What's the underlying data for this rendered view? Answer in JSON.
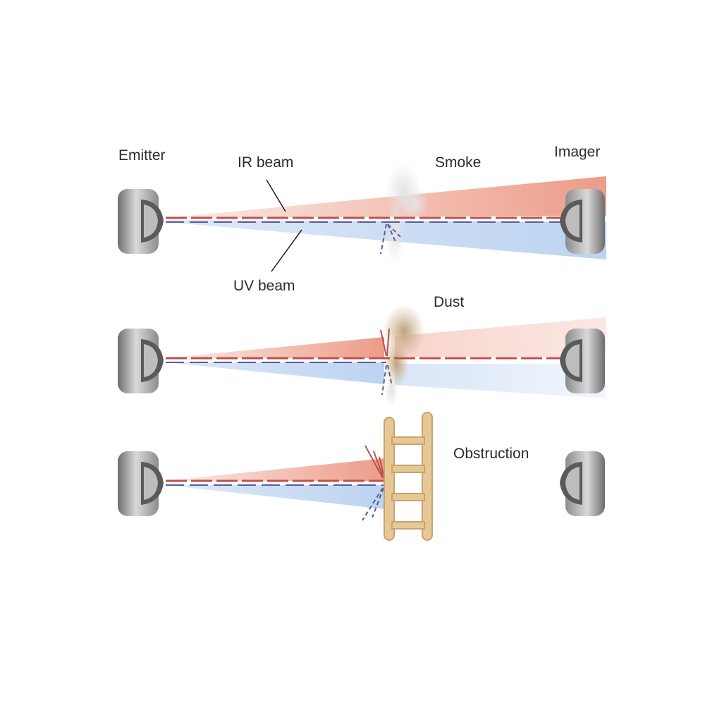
{
  "labels": {
    "emitter": "Emitter",
    "imager": "Imager",
    "ir_beam": "IR beam",
    "uv_beam": "UV beam",
    "smoke": "Smoke",
    "dust": "Dust",
    "obstruction": "Obstruction"
  },
  "colors": {
    "ir_beam": "#c0504d",
    "uv_beam": "#5b5b9e",
    "ir_cone": "#e8836a",
    "uv_cone": "#8fb6e6",
    "device": "#9a9a9a",
    "smoke": "#d8d8d8",
    "dust": "#c8ad85",
    "ladder": "#e6c896"
  },
  "scenarios": [
    {
      "id": "smoke",
      "medium": "smoke",
      "ir_received": true,
      "uv_received": true
    },
    {
      "id": "dust",
      "medium": "dust",
      "ir_received": true,
      "uv_received": false
    },
    {
      "id": "obstruction",
      "medium": "obstruction",
      "ir_received": false,
      "uv_received": false
    }
  ]
}
